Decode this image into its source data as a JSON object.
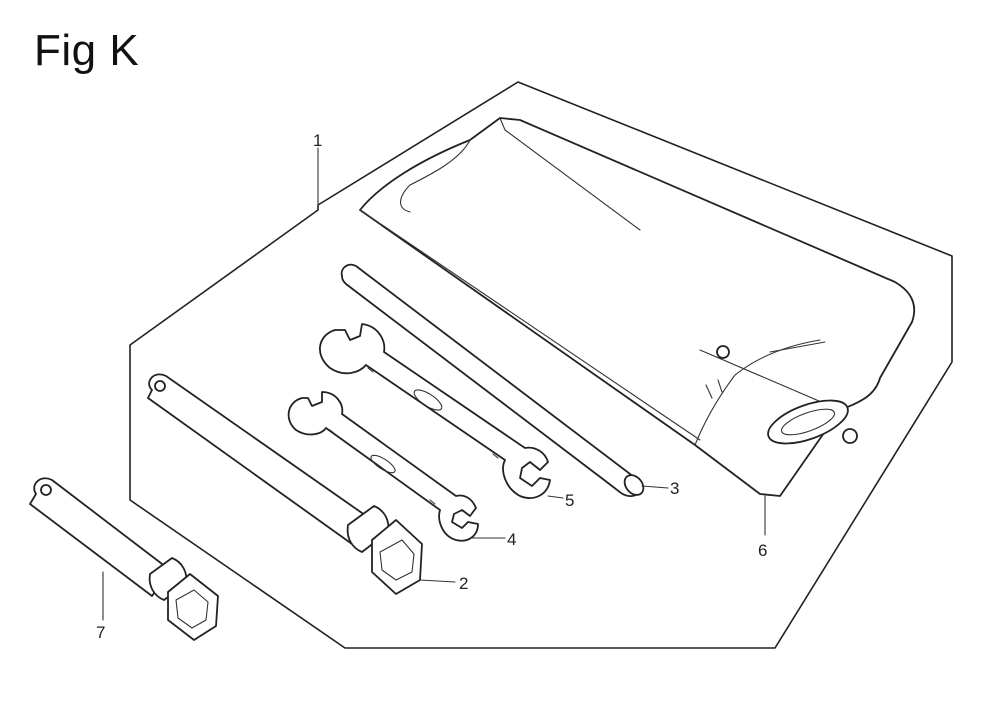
{
  "figure": {
    "title": "Fig K"
  },
  "callouts": {
    "kit": "1",
    "plug_wrench": "2",
    "bar": "3",
    "wrench_small": "4",
    "wrench_large": "5",
    "pouch": "6",
    "socket_wrench": "7"
  }
}
